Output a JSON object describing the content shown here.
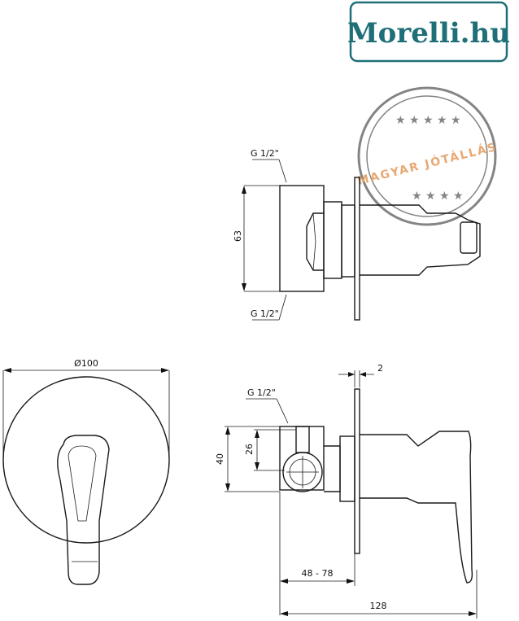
{
  "logo": {
    "text": "Morelli.hu",
    "color": "#1f6f78"
  },
  "seal": {
    "text": "MAGYAR JÓTÁLLÁS",
    "color": "#e39a5a"
  },
  "labels": {
    "thread_top_upper": "G 1/2\"",
    "thread_top_lower": "G 1/2\"",
    "thread_bottom": "G 1/2\"",
    "height_63": "63",
    "diameter": "Ø100",
    "thickness": "2",
    "height_40": "40",
    "height_26": "26",
    "depth_range": "48 - 78",
    "total_length": "128"
  }
}
